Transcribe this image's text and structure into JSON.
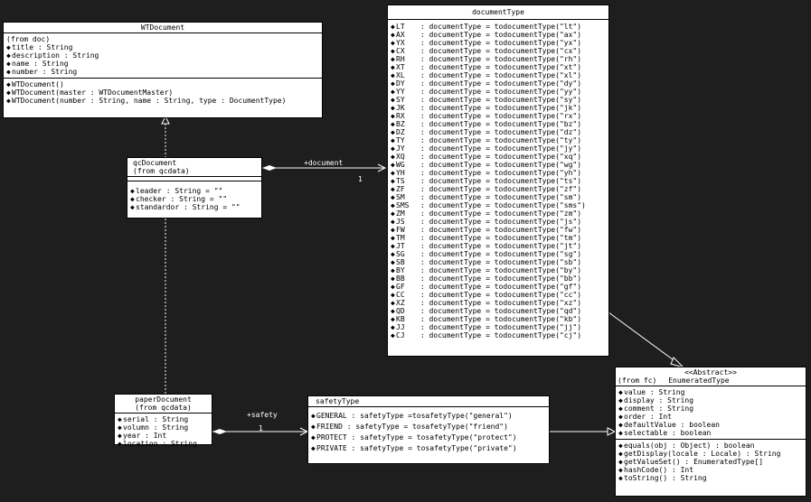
{
  "wtdocument": {
    "title": "WTDocument",
    "from": "(from doc)",
    "attributes": [
      "title : String",
      "description : String",
      "name : String",
      "number : String"
    ],
    "operations": [
      "WTDocument()",
      "WTDocument(master : WTDocumentMaster)",
      "WTDocument(number : String, name : String, type : DocumentType)"
    ]
  },
  "qcdocument": {
    "title": "qcDocument",
    "from": "(from qcdata)",
    "attributes": [
      "leader : String = \"\"",
      "checker : String = \"\"",
      "standardor : String = \"\""
    ]
  },
  "documenttype": {
    "title": "documentType",
    "codes": [
      "LT",
      "AX",
      "YX",
      "CX",
      "RH",
      "XT",
      "XL",
      "DY",
      "YY",
      "SY",
      "JK",
      "RX",
      "BZ",
      "DZ",
      "TY",
      "JY",
      "XQ",
      "WG",
      "YH",
      "TS",
      "ZF",
      "SM",
      "SMS",
      "ZM",
      "JS",
      "FW",
      "TM",
      "JT",
      "SG",
      "SB",
      "BY",
      "BB",
      "GF",
      "CC",
      "XZ",
      "QD",
      "KB",
      "JJ",
      "CJ"
    ]
  },
  "paperdocument": {
    "title": "paperDocument",
    "from": "(from qcdata)",
    "attributes": [
      "serial : String",
      "volumn : String",
      "year : Int",
      "location : String"
    ]
  },
  "safetytype": {
    "title": "safetyType",
    "literals": [
      "GENERAL : safetyType =tosafetyType(\"general\")",
      "FRIEND : safetyType = tosafetyType(\"friend\")",
      "PROTECT : safetyType = tosafetyType(\"protect\")",
      "PRIVATE : safetyType = tosafetyType(\"private\")"
    ]
  },
  "enumeratedtype": {
    "stereotype": "<<Abstract>>",
    "from": "(from fc)",
    "title": "EnumeratedType",
    "attributes": [
      "value : String",
      "display : String",
      "comment : String",
      "order : Int",
      "defaultValue : boolean",
      "selectable : boolean"
    ],
    "operations": [
      "equals(obj : Object) : boolean",
      "getDisplay(locale : Locale) : String",
      "getValueSet() : EnumeratedType[]",
      "hashCode() : Int",
      "toString() : String"
    ]
  },
  "associations": {
    "document_role": "+document",
    "document_mult": "1",
    "safety_role": "+safety",
    "safety_mult": "1"
  }
}
